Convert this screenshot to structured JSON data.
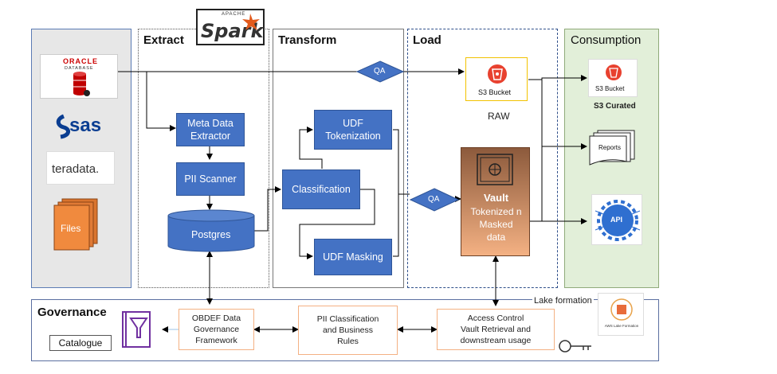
{
  "sections": {
    "extract": "Extract",
    "transform": "Transform",
    "load": "Load",
    "consumption": "Consumption",
    "governance": "Governance"
  },
  "sources": {
    "oracle_line1": "ORACLE",
    "oracle_line2": "DATABASE",
    "sas": "sas",
    "teradata": "teradata.",
    "files": "Files"
  },
  "spark_logo": {
    "top": "APACHE",
    "main": "Spark"
  },
  "extract": {
    "metadata_line1": "Meta Data",
    "metadata_line2": "Extractor",
    "pii_scanner": "PII Scanner",
    "postgres": "Postgres"
  },
  "transform": {
    "classification": "Classification",
    "udf_tok_line1": "UDF",
    "udf_tok_line2": "Tokenization",
    "udf_masking": "UDF Masking"
  },
  "qa": {
    "top": "QA",
    "mid": "QA"
  },
  "load": {
    "s3_label": "S3 Bucket",
    "raw": "RAW",
    "vault_title": "Vault",
    "vault_line1": "Tokenized n",
    "vault_line2": "Masked",
    "vault_line3": "data"
  },
  "consumption": {
    "s3_label": "S3 Bucket",
    "s3_curated": "S3 Curated",
    "reports": "Reports",
    "api": "API"
  },
  "governance": {
    "catalogue": "Catalogue",
    "obdef_line1": "OBDEF Data",
    "obdef_line2": "Governance",
    "obdef_line3": "Framework",
    "pii_line1": "PII Classification",
    "pii_line2": "and Business",
    "pii_line3": "Rules",
    "access_line1": "Access Control",
    "access_line2": "Vault Retrieval and",
    "access_line3": "downstream usage",
    "lake_formation": "Lake formation",
    "lake_formation_icon": "AWS Lake Formation"
  },
  "colors": {
    "blue": "#4472c4",
    "orange_border": "#f4b183",
    "vault_top": "#8c5a3c",
    "vault_bottom": "#f4b183",
    "source_panel": "#e7e7e7",
    "consumption_panel": "#e2efd9",
    "s3_red": "#e8412f"
  }
}
